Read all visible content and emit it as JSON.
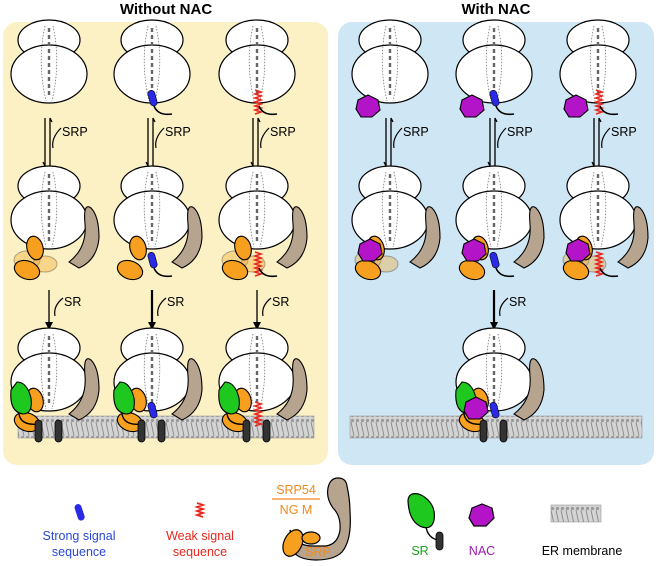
{
  "panels": {
    "left_title": "Without NAC",
    "right_title": "With NAC"
  },
  "step_labels": {
    "srp": "SRP",
    "sr": "SR"
  },
  "legend": {
    "strong_signal_line1": "Strong signal",
    "strong_signal_line2": "sequence",
    "weak_signal_line1": "Weak signal",
    "weak_signal_line2": "sequence",
    "srp54": "SRP54",
    "ng_m": "NG M",
    "srp": "SRP",
    "sr": "SR",
    "nac": "NAC",
    "er_membrane": "ER membrane"
  },
  "colors": {
    "left_panel_bg": "#fbf1c4",
    "right_panel_bg": "#cfe6f4",
    "ribosome": "#ffffff",
    "srp_orange": "#f7a020",
    "srp_brown": "#b7a48f",
    "sr_green": "#1ec81e",
    "nac_purple": "#b414c8",
    "strong_signal_blue": "#2a2ae6",
    "weak_signal_red": "#e6281e",
    "legend_blue_text": "#2a48d8",
    "legend_red_text": "#e6281e",
    "legend_orange_text": "#f08a1e",
    "legend_green_text": "#19a019",
    "legend_purple_text": "#a01ab4",
    "membrane": "#b0b0b0"
  }
}
